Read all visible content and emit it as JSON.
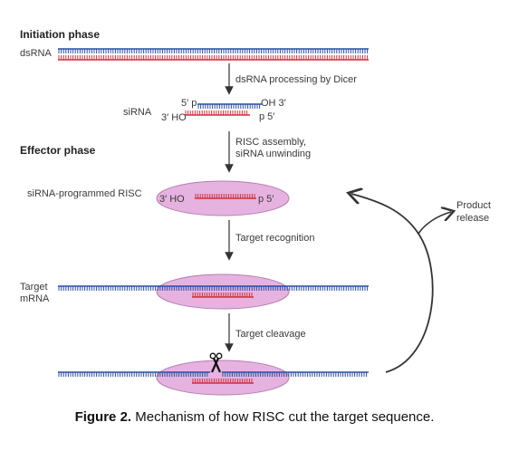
{
  "labels": {
    "initiation_phase": "Initiation phase",
    "dsrna": "dsRNA",
    "step1": "dsRNA processing by Dicer",
    "sirna": "siRNA",
    "sirna_top_left": "5′ p",
    "sirna_top_right": "OH  3′",
    "sirna_bot_left": "3′  HO",
    "sirna_bot_right": "p  5′",
    "effector_phase": "Effector phase",
    "step2_line1": "RISC assembly,",
    "step2_line2": "siRNA unwinding",
    "programmed_risc": "siRNA-programmed RISC",
    "risc_left": "3′  HO",
    "risc_right": "p  5′",
    "product_line1": "Product",
    "product_line2": "release",
    "step3": "Target recognition",
    "target_line1": "Target",
    "target_line2": "mRNA",
    "step4": "Target cleavage"
  },
  "caption": {
    "bold": "Figure 2.",
    "text": " Mechanism of how RISC cut the target sequence."
  },
  "colors": {
    "blue_strand": "#2b4fa3",
    "red_strand": "#d0313c",
    "risc_fill": "#e6b3e0",
    "risc_stroke": "#b57cb0",
    "arrow": "#333333"
  }
}
